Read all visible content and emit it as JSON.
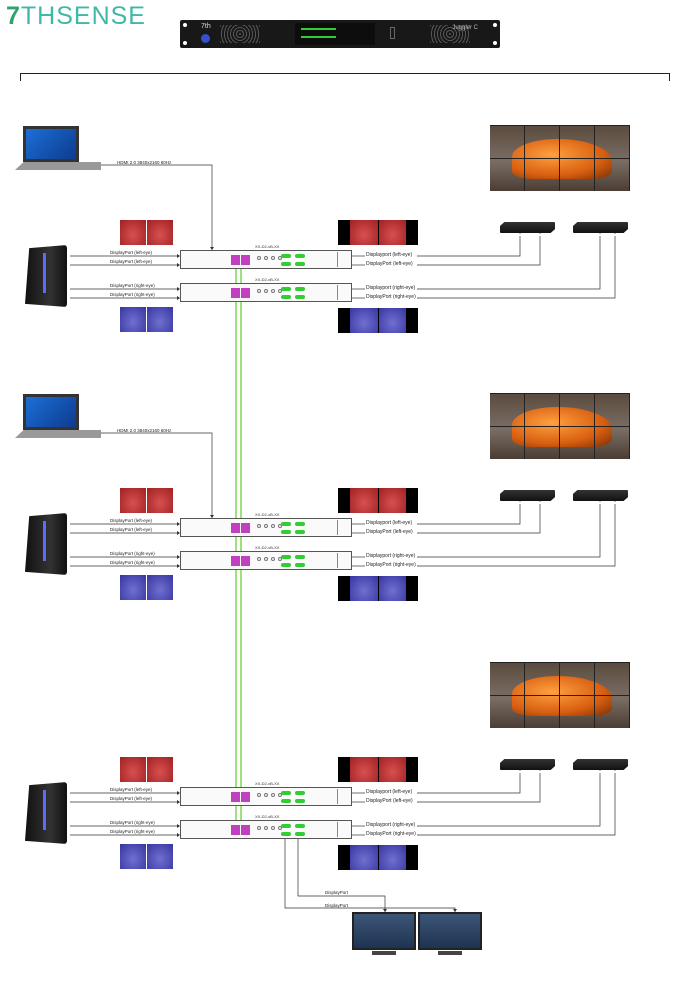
{
  "brand": {
    "logo_mark": "7",
    "logo_text": "THSENSE"
  },
  "server": {
    "name": "Juggler C",
    "logo": "7th"
  },
  "sections": [
    {
      "has_laptop": true,
      "laptop_link": "HDMI 2.0 3840x2160 60Hz",
      "rack_labels": [
        "XX-D2-xB-XX",
        "XX-D2-xB-XX"
      ],
      "inputs": [
        "DisplayPort (left-eye)",
        "DisplayPort (left-eye)",
        "DisplayPort (right-eye)",
        "DisplayPort (right-eye)"
      ],
      "outputs": [
        "Displayport (left-eye)",
        "DisplayPort (left-eye)",
        "Displayport (right-eye)",
        "DisplayPort (right-eye)"
      ]
    },
    {
      "has_laptop": true,
      "laptop_link": "HDMI 2.0 3840x2160 60Hz",
      "rack_labels": [
        "XX-D2-xB-XX",
        "XX-D2-xB-XX"
      ],
      "inputs": [
        "DisplayPort (left-eye)",
        "DisplayPort (left-eye)",
        "DisplayPort (right-eye)",
        "DisplayPort (right-eye)"
      ],
      "outputs": [
        "Displayport (left-eye)",
        "DisplayPort (left-eye)",
        "Displayport (right-eye)",
        "DisplayPort (right-eye)"
      ]
    },
    {
      "has_laptop": false,
      "laptop_link": "",
      "rack_labels": [
        "XX-D2-xB-XX",
        "XX-D2-xB-XX"
      ],
      "inputs": [
        "DisplayPort (left-eye)",
        "DisplayPort (left-eye)",
        "DisplayPort (right-eye)",
        "DisplayPort (right-eye)"
      ],
      "outputs": [
        "Displayport (left-eye)",
        "DisplayPort (left-eye)",
        "Displayport (right-eye)",
        "DisplayPort (right-eye)"
      ]
    }
  ],
  "monitor_links": [
    "DisplayPort",
    "DisplayPort"
  ],
  "colors": {
    "fiber": "#7ed957",
    "port": "#c040c0",
    "brand": "#3fb8a8"
  }
}
